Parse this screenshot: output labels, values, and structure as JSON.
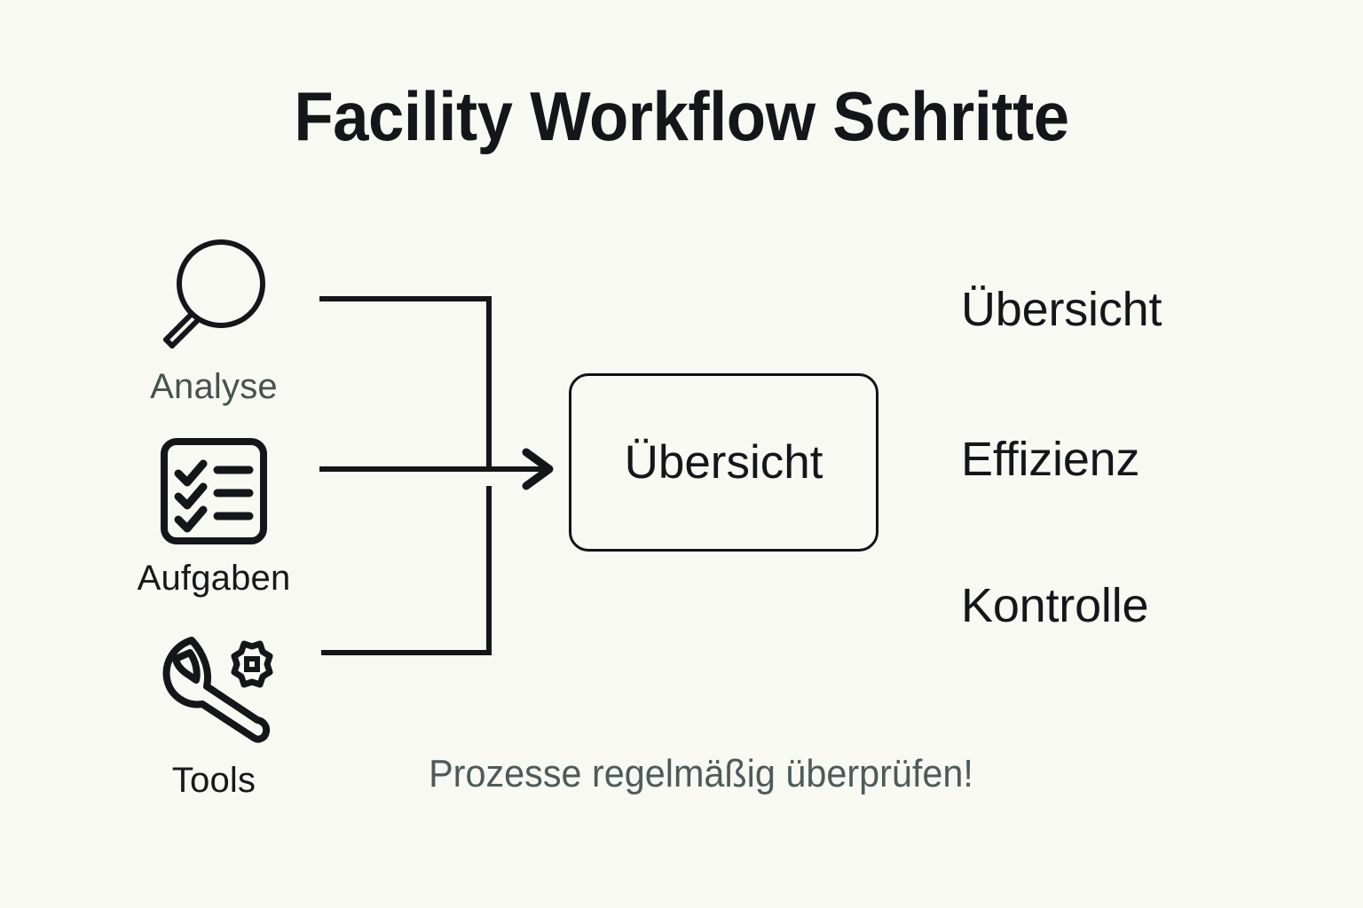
{
  "page": {
    "title": "Facility Workflow Schritte",
    "background_color": "#f9f9f3",
    "ink_color": "#14161a",
    "muted_color": "#4e5a5a"
  },
  "inputs": [
    {
      "icon": "magnifier-icon",
      "label": "Analyse",
      "label_color": "#46524f"
    },
    {
      "icon": "checklist-icon",
      "label": "Aufgaben",
      "label_color": "#16181a"
    },
    {
      "icon": "wrench-gear-icon",
      "label": "Tools",
      "label_color": "#16181a"
    }
  ],
  "center": {
    "label": "Übersicht"
  },
  "connector": {
    "arrow_label": "flow-arrow"
  },
  "outcomes": [
    {
      "label": "Übersicht"
    },
    {
      "label": "Effizienz"
    },
    {
      "label": "Kontrolle"
    }
  ],
  "footer": {
    "note": "Prozesse regelmäßig überprüfen!"
  }
}
